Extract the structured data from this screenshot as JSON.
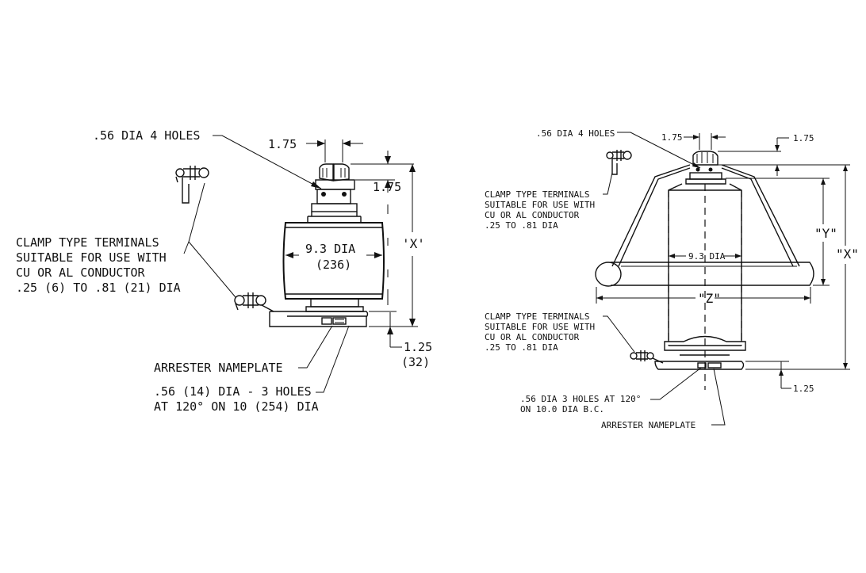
{
  "left_view": {
    "holes_top": ".56 DIA 4 HOLES",
    "dim_175_a": "1.75",
    "dim_175_b": "1.75",
    "dia_label": "9.3 DIA",
    "dia_metric": "(236)",
    "x_label": "'X'",
    "terminals": [
      "CLAMP TYPE TERMINALS",
      "SUITABLE FOR USE WITH",
      "CU OR AL CONDUCTOR",
      ".25 (6) TO .81 (21) DIA"
    ],
    "nameplate": "ARRESTER NAMEPLATE",
    "holes_base": [
      ".56 (14) DIA - 3 HOLES",
      "AT 120° ON 10 (254) DIA"
    ],
    "dim_125": "1.25",
    "dim_125_metric": "(32)"
  },
  "right_view": {
    "holes_top": ".56 DIA 4 HOLES",
    "dim_175_a": "1.75",
    "dim_175_b": "1.75",
    "terminals_top": [
      "CLAMP TYPE TERMINALS",
      "SUITABLE FOR USE WITH",
      "CU OR AL CONDUCTOR",
      ".25 TO .81 DIA"
    ],
    "dia_label": "9.3 DIA",
    "y_label": "\"Y\"",
    "x_label": "\"X\"",
    "z_label": "\"Z\"",
    "terminals_bottom": [
      "CLAMP TYPE TERMINALS",
      "SUITABLE FOR USE WITH",
      "CU OR AL CONDUCTOR",
      ".25 TO .81 DIA"
    ],
    "holes_base": [
      ".56 DIA 3 HOLES AT 120°",
      "ON 10.0 DIA B.C."
    ],
    "dim_125": "1.25",
    "nameplate": "ARRESTER NAMEPLATE"
  }
}
